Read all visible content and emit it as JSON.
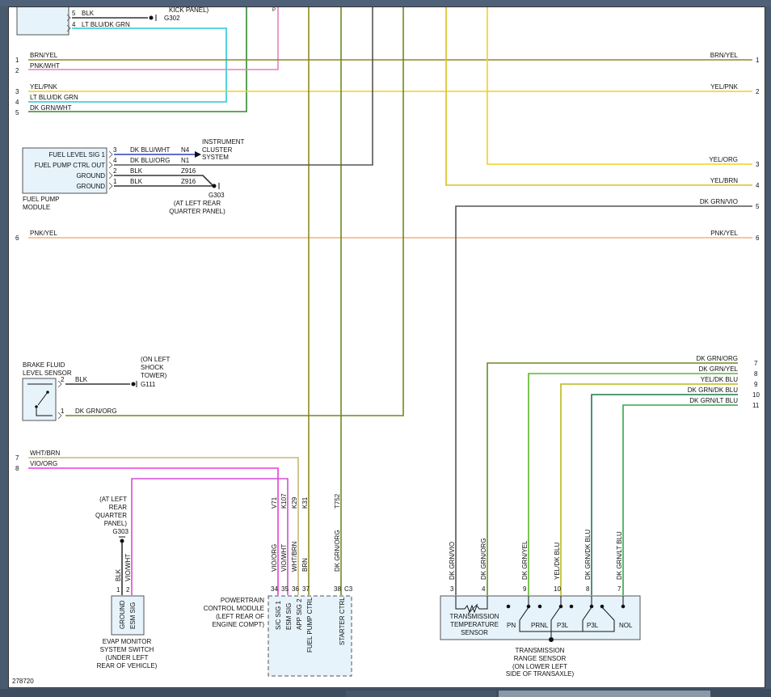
{
  "diagram_id": "278720",
  "colors": {
    "brn_yel": "#8c8c1e",
    "pnk_wht": "#e77fc2",
    "yel_pnk": "#f0d21a",
    "lt_blu_dk_grn": "#26c9d6",
    "dk_grn_wht": "#2e8b2e",
    "dk_blu_wht": "#2b3fb8",
    "dk_blu_org": "#555555",
    "blk": "#333333",
    "yel_org": "#f0d21a",
    "yel_brn": "#d8c21a",
    "dk_grn_vio": "#555555",
    "pnk_yel": "#f5b07a",
    "dk_grn_org": "#6b8a1e",
    "wht_brn": "#c9b77a",
    "vio_org": "#ef3ad8",
    "vio_wht": "#d04fd6",
    "brn": "#8c8c1e",
    "dk_grn_yel": "#5ab82a",
    "yel_dk_blu": "#b9b91a",
    "dk_grn_dk_blu": "#1f7a4a",
    "dk_grn_lt_blu": "#2ea84a",
    "box_fill": "#e6f3fb"
  },
  "top": {
    "kick_panel": "KICK PANEL)",
    "w5_pin": "5",
    "w5_label": "BLK",
    "g302": "G302",
    "w4_pin": "4",
    "w4_label": "LT BLU/DK GRN",
    "g_p": "P"
  },
  "left_harness": {
    "w1": {
      "pin": "1",
      "label": "BRN/YEL"
    },
    "w2": {
      "pin": "2",
      "label": "PNK/WHT"
    },
    "w3": {
      "pin": "3",
      "label": "YEL/PNK"
    },
    "w4": {
      "pin": "4",
      "label": "LT BLU/DK GRN"
    },
    "w5": {
      "pin": "5",
      "label": "DK GRN/WHT"
    },
    "w6": {
      "pin": "6",
      "label": "PNK/YEL"
    },
    "w7": {
      "pin": "7",
      "label": "WHT/BRN"
    },
    "w8": {
      "pin": "8",
      "label": "VIO/ORG"
    }
  },
  "right_harness": {
    "r1": {
      "pin": "1",
      "label": "BRN/YEL"
    },
    "r2": {
      "pin": "2",
      "label": "YEL/PNK"
    },
    "r3": {
      "pin": "3",
      "label": "YEL/ORG"
    },
    "r4": {
      "pin": "4",
      "label": "YEL/BRN"
    },
    "r5": {
      "pin": "5",
      "label": "DK GRN/VIO"
    },
    "r6": {
      "pin": "6",
      "label": "PNK/YEL"
    },
    "r7": {
      "pin": "7",
      "label": "DK GRN/ORG"
    },
    "r8": {
      "pin": "8",
      "label": "DK GRN/YEL"
    },
    "r9": {
      "pin": "9",
      "label": "YEL/DK BLU"
    },
    "r10": {
      "pin": "10",
      "label": "DK GRN/DK BLU"
    },
    "r11": {
      "pin": "11",
      "label": "DK GRN/LT BLU"
    }
  },
  "fuel_pump": {
    "pin_fuel_level": "FUEL LEVEL SIG 1",
    "pin_pump_ctrl": "FUEL PUMP CTRL OUT",
    "pin_ground_a": "GROUND",
    "pin_ground_b": "GROUND",
    "p3": "3",
    "p4": "4",
    "p2": "2",
    "p1": "1",
    "w3_label": "DK BLU/WHT",
    "w3_circuit": "N4",
    "w4_label": "DK BLU/ORG",
    "w4_circuit": "N1",
    "w2_label": "BLK",
    "w2_circuit": "Z916",
    "w1_label": "BLK",
    "w1_circuit": "Z916",
    "module_line1": "FUEL PUMP",
    "module_line2": "MODULE",
    "cluster_line1": "INSTRUMENT",
    "cluster_line2": "CLUSTER",
    "cluster_line3": "SYSTEM",
    "g303": "G303",
    "g303_loc1": "(AT LEFT REAR",
    "g303_loc2": "QUARTER PANEL)"
  },
  "brake": {
    "title1": "BRAKE FLUID",
    "title2": "LEVEL SENSOR",
    "p2": "2",
    "p1": "1",
    "w2_label": "BLK",
    "w1_label": "DK GRN/ORG",
    "g111": "G111",
    "g111_loc1": "(ON LEFT",
    "g111_loc2": "SHOCK",
    "g111_loc3": "TOWER)"
  },
  "evap": {
    "g303_loc1": "(AT LEFT",
    "g303_loc2": "REAR",
    "g303_loc3": "QUARTER",
    "g303_loc4": "PANEL)",
    "g303": "G303",
    "w1_label": "BLK",
    "w2_label": "VIO/WHT",
    "p1": "1",
    "p2": "2",
    "pin1": "GROUND",
    "pin2": "ESM SIG",
    "title1": "EVAP MONITOR",
    "title2": "SYSTEM SWITCH",
    "title3": "(UNDER LEFT",
    "title4": "REAR OF VEHICLE)"
  },
  "pcm": {
    "title1": "POWERTRAIN",
    "title2": "CONTROL MODULE",
    "title3": "(LEFT REAR OF",
    "title4": "ENGINE COMPT)",
    "c1": "V71",
    "c2": "K107",
    "c3": "K29",
    "c4": "K31",
    "c5": "T752",
    "w1": "VIO/ORG",
    "w2": "VIO/WHT",
    "w3": "WHT/BRN",
    "w4": "BRN",
    "w5": "DK GRN/ORG",
    "p1": "34",
    "p2": "35",
    "p3": "36",
    "p4": "37",
    "p5": "38",
    "c3pin": "C3",
    "s1": "S/C SIG 1",
    "s2": "ESM SIG",
    "s3": "APP SIG 2",
    "s4": "FUEL PUMP CTRL",
    "s5": "STARTER CTRL"
  },
  "trs": {
    "w1": "DK GRN/VIO",
    "w2": "DK GRN/ORG",
    "w3": "DK GRN/YEL",
    "w4": "YEL/DK BLU",
    "w5": "DK GRN/DK BLU",
    "w6": "DK GRN/LT BLU",
    "p1": "3",
    "p2": "4",
    "p3": "9",
    "p4": "10",
    "p5": "8",
    "p6": "7",
    "temp1": "TRANSMISSION",
    "temp2": "TEMPERATURE",
    "temp3": "SENSOR",
    "pos_pn": "PN",
    "pos_prnl": "PRNL",
    "pos_p3l_a": "P3L",
    "pos_p3l_b": "P3L",
    "pos_nol": "NOL",
    "title1": "TRANSMISSION",
    "title2": "RANGE SENSOR",
    "title3": "(ON LOWER LEFT",
    "title4": "SIDE OF TRANSAXLE)"
  }
}
